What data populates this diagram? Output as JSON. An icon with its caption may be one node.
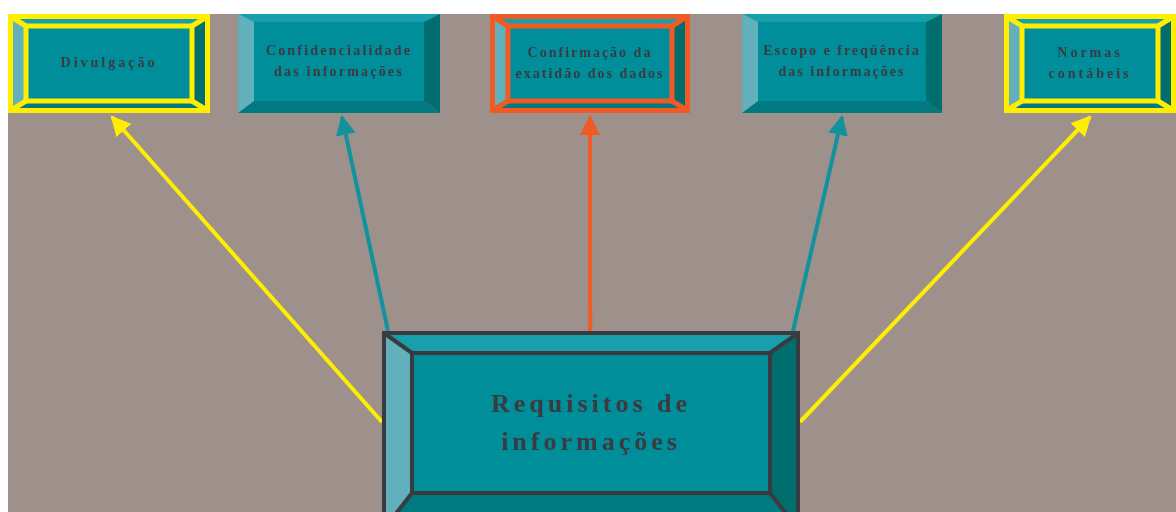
{
  "diagram": {
    "nodes": [
      {
        "text": [
          "Divulgação"
        ]
      },
      {
        "text": [
          "Confidencialidade das informações"
        ]
      },
      {
        "text": [
          "Confirmação da exatidão dos dados"
        ]
      },
      {
        "text": [
          "Escopo e freqüência das informações"
        ]
      },
      {
        "text": [
          "Normas contábeis"
        ]
      },
      {
        "text": [
          "Requisitos de informações"
        ]
      }
    ],
    "edges": [
      {
        "from": 5,
        "to": 0,
        "arrow": "to",
        "color": "#ffee00"
      },
      {
        "from": 5,
        "to": 1,
        "arrow": "to",
        "color": "#12939c"
      },
      {
        "from": 5,
        "to": 2,
        "arrow": "to",
        "color": "#f05a24"
      },
      {
        "from": 5,
        "to": 3,
        "arrow": "to",
        "color": "#12939c"
      },
      {
        "from": 5,
        "to": 4,
        "arrow": "to",
        "color": "#ffee00"
      }
    ]
  }
}
